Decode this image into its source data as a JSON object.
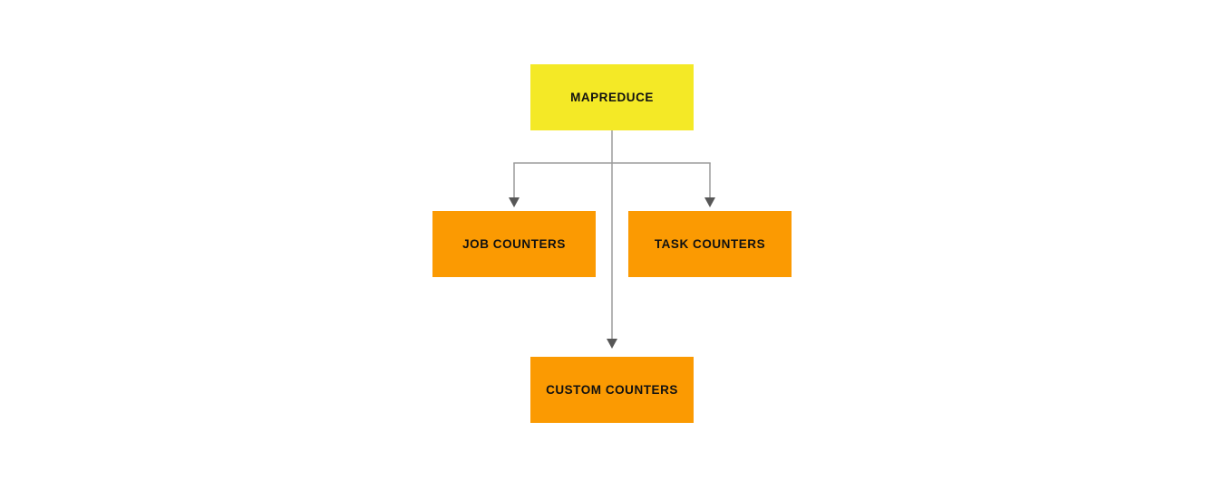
{
  "diagram": {
    "type": "flowchart",
    "background": "#ffffff",
    "colors": {
      "root_fill": "#f4e926",
      "child_fill": "#fb9a02",
      "text": "#111111",
      "line": "#9b9b9b",
      "arrowhead": "#575757"
    },
    "nodes": [
      {
        "id": "mapreduce",
        "label": "MAPREDUCE",
        "fill": "#f4e926",
        "level": "root"
      },
      {
        "id": "job-counters",
        "label": "JOB COUNTERS",
        "fill": "#fb9a02",
        "level": "child"
      },
      {
        "id": "task-counters",
        "label": "TASK COUNTERS",
        "fill": "#fb9a02",
        "level": "child"
      },
      {
        "id": "custom-counters",
        "label": "CUSTOM COUNTERS",
        "fill": "#fb9a02",
        "level": "child"
      }
    ],
    "edges": [
      {
        "from": "mapreduce",
        "to": "job-counters"
      },
      {
        "from": "mapreduce",
        "to": "task-counters"
      },
      {
        "from": "mapreduce",
        "to": "custom-counters"
      }
    ]
  }
}
